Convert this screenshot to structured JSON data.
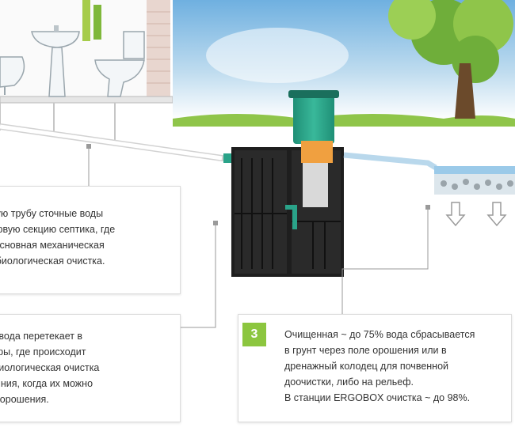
{
  "steps": [
    {
      "lines": [
        "…одящую трубу сточные воды",
        "…т в первую секцию септика, где",
        "…ится основная механическая",
        "…бная биологическая очистка."
      ]
    },
    {
      "lines": [
        "…реливы вода перетекает в",
        "…ие камеры, где происходит",
        "…ская и биологическая очистка",
        "…о состояния, когда их можно",
        "…на поля орошения."
      ]
    },
    {
      "number": "3",
      "lines": [
        "Очищенная ~ до 75% вода сбрасывается",
        "в грунт через поле орошения или в",
        "дренажный колодец для почвенной",
        "доочистки, либо на рельеф.",
        "В станции ERGOBOX очистка ~ до 98%."
      ]
    }
  ],
  "colors": {
    "accent": "#8cc63f",
    "tank": "#1e1e1e",
    "lid": "#2aa389",
    "filter": "#f0a040",
    "water": "#6fb8e8",
    "foliage": "#8fc54a"
  },
  "icons": [
    "bathtub-icon",
    "sink-icon",
    "toilet-icon",
    "tree-icon",
    "septic-tank-icon",
    "arrow-down-icon"
  ]
}
